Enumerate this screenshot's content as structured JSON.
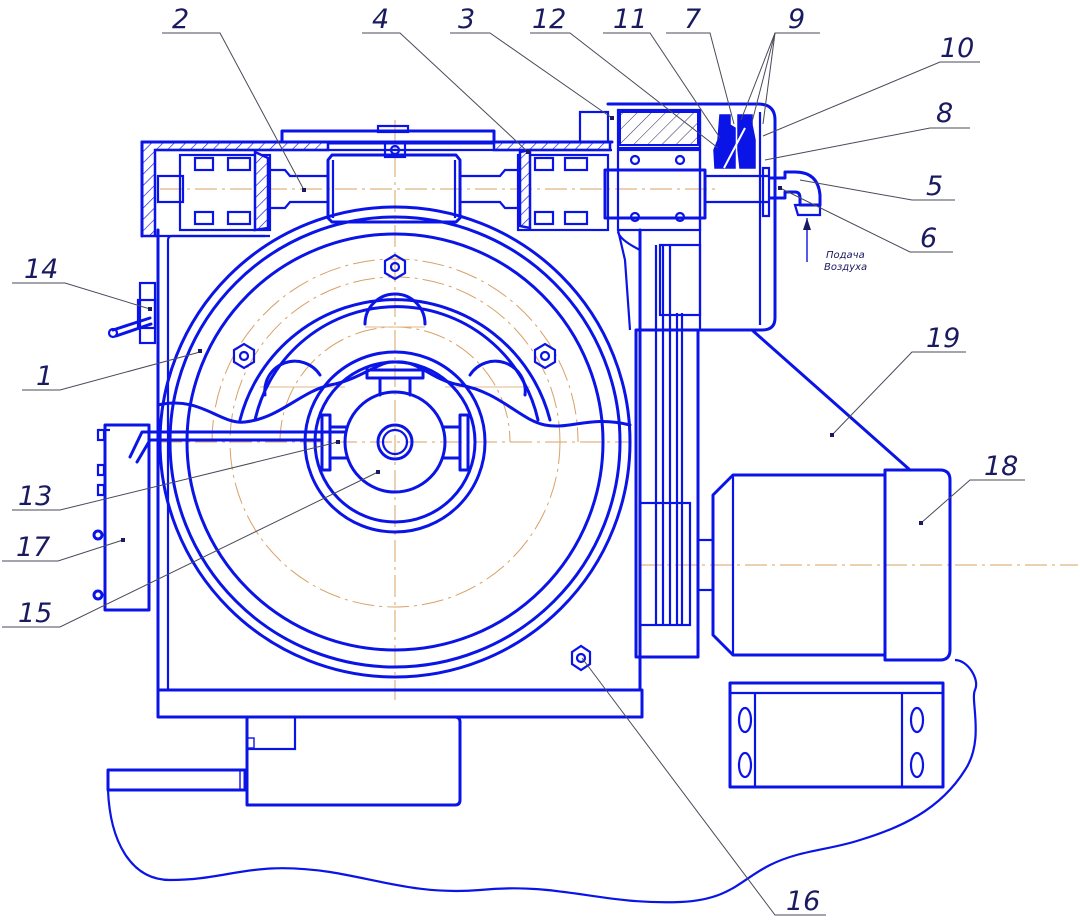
{
  "drawing": {
    "line_color": "#0a14e6",
    "axis_color": "#d9a066",
    "leader_color": "#4a4a5a",
    "callouts": [
      {
        "number": "1"
      },
      {
        "number": "2"
      },
      {
        "number": "3"
      },
      {
        "number": "4"
      },
      {
        "number": "5"
      },
      {
        "number": "6"
      },
      {
        "number": "7"
      },
      {
        "number": "8"
      },
      {
        "number": "9"
      },
      {
        "number": "10"
      },
      {
        "number": "11"
      },
      {
        "number": "12"
      },
      {
        "number": "13"
      },
      {
        "number": "14"
      },
      {
        "number": "15"
      },
      {
        "number": "16"
      },
      {
        "number": "17"
      },
      {
        "number": "18"
      },
      {
        "number": "19"
      }
    ],
    "air_supply_note": {
      "line1": "Подача",
      "line2": "Воздуха"
    }
  }
}
